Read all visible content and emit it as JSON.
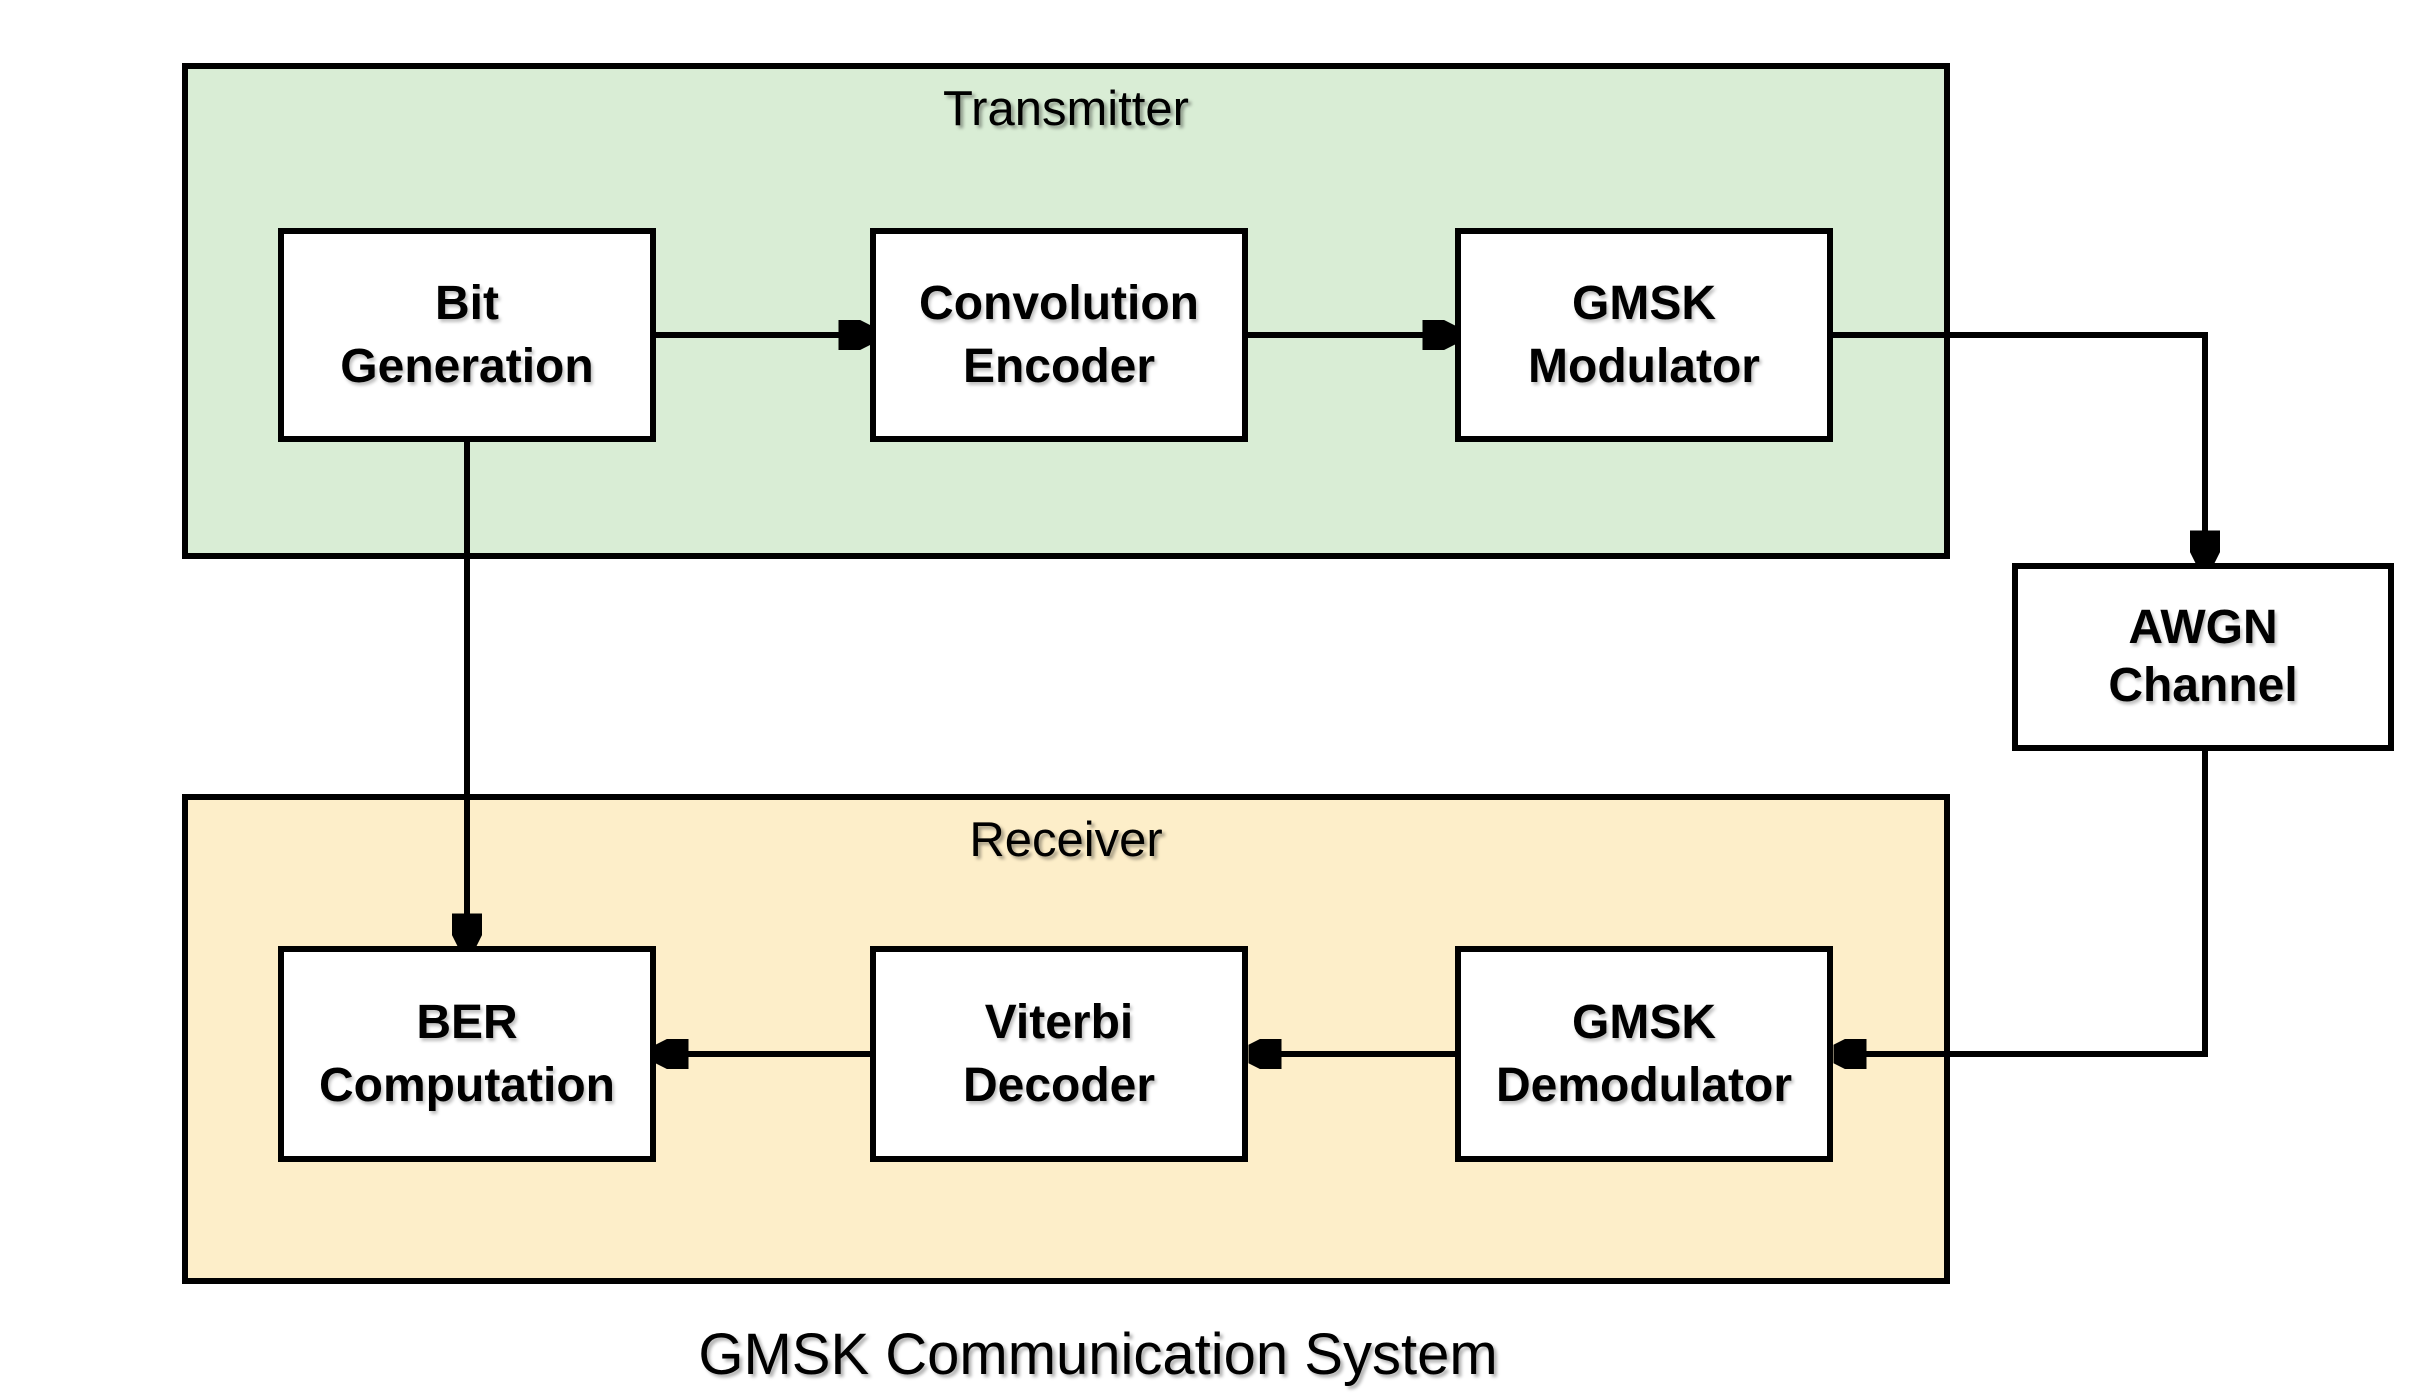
{
  "diagram": {
    "title": "GMSK Communication System",
    "sections": {
      "transmitter": {
        "label": "Transmitter",
        "fill": "#d9edd5"
      },
      "receiver": {
        "label": "Receiver",
        "fill": "#fdeec9"
      }
    },
    "blocks": {
      "bit_generation": {
        "line1": "Bit",
        "line2": "Generation"
      },
      "convolution_encoder": {
        "line1": "Convolution",
        "line2": "Encoder"
      },
      "gmsk_modulator": {
        "line1": "GMSK",
        "line2": "Modulator"
      },
      "awgn_channel": {
        "line1": "AWGN",
        "line2": "Channel"
      },
      "ber_computation": {
        "line1": "BER",
        "line2": "Computation"
      },
      "viterbi_decoder": {
        "line1": "Viterbi",
        "line2": "Decoder"
      },
      "gmsk_demodulator": {
        "line1": "GMSK",
        "line2": "Demodulator"
      }
    },
    "colors": {
      "block_fill": "#ffffff",
      "line": "#000000",
      "text": "#000000"
    },
    "connections": [
      {
        "from": "bit_generation",
        "to": "convolution_encoder"
      },
      {
        "from": "convolution_encoder",
        "to": "gmsk_modulator"
      },
      {
        "from": "gmsk_modulator",
        "to": "awgn_channel"
      },
      {
        "from": "awgn_channel",
        "to": "gmsk_demodulator"
      },
      {
        "from": "gmsk_demodulator",
        "to": "viterbi_decoder"
      },
      {
        "from": "viterbi_decoder",
        "to": "ber_computation"
      },
      {
        "from": "bit_generation",
        "to": "ber_computation"
      }
    ]
  }
}
